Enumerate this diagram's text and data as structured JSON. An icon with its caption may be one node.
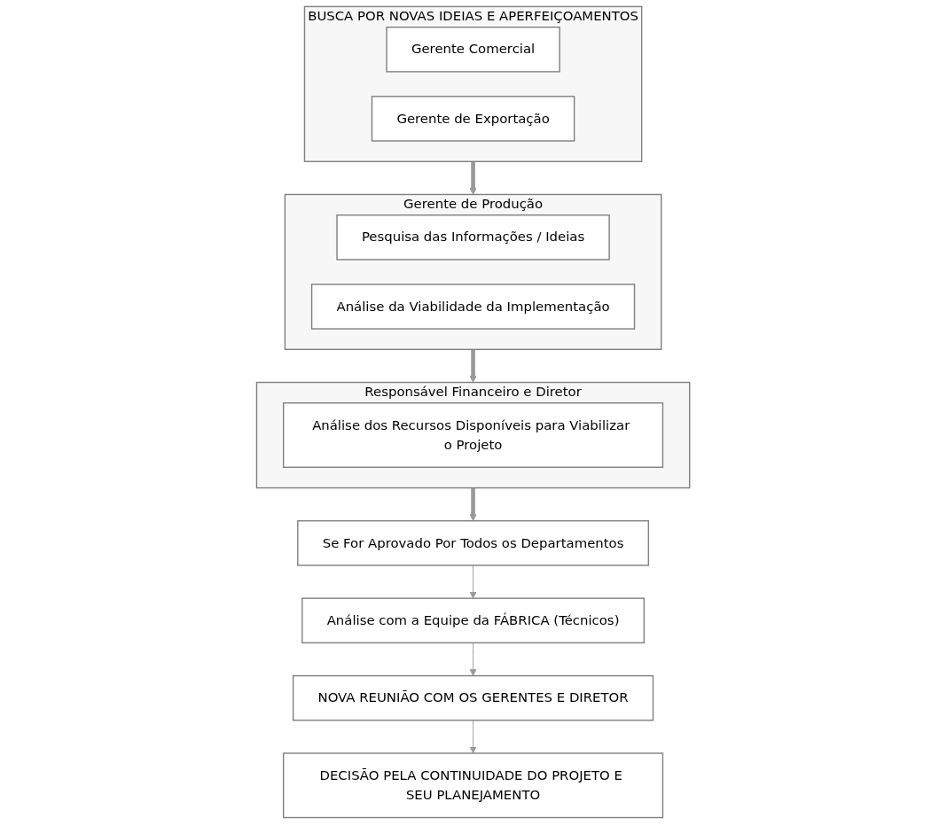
{
  "diagram": {
    "nodes": [
      {
        "text": [
          "BUSCA POR NOVAS IDEIAS E APERFEIÇOAMENTOS"
        ]
      },
      {
        "text": [
          "Gerente Comercial"
        ],
        "in": 0
      },
      {
        "text": [
          "Gerente de Exportação"
        ],
        "in": 0
      },
      {
        "text": [
          "Gerente de Produção"
        ]
      },
      {
        "text": [
          "Pesquisa das Informações / Ideias"
        ],
        "in": 3
      },
      {
        "text": [
          "Análise da Viabilidade da Implementação"
        ],
        "in": 3
      },
      {
        "text": [
          "Responsável Financeiro e Diretor"
        ]
      },
      {
        "text": [
          "Análise dos Recursos Disponíveis para Viabilizar o Projeto"
        ],
        "in": 6
      },
      {
        "text": [
          "Se For Aprovado Por Todos os Departamentos"
        ]
      },
      {
        "text": [
          "Análise com a Equipe da FÁBRICA (Técnicos)"
        ]
      },
      {
        "text": [
          "NOVA REUNIÃO COM OS GERENTES E DIRETOR"
        ]
      },
      {
        "text": [
          "DECISÃO PELA CONTINUIDADE DO PROJETO E SEU PLANEJAMENTO"
        ]
      }
    ],
    "edges": [
      {
        "from": 0,
        "to": 3,
        "arrow": "to",
        "style": "thick"
      },
      {
        "from": 3,
        "to": 6,
        "arrow": "to",
        "style": "thick"
      },
      {
        "from": 6,
        "to": 8,
        "arrow": "to",
        "style": "thick"
      },
      {
        "from": 8,
        "to": 9,
        "arrow": "to"
      },
      {
        "from": 9,
        "to": 10,
        "arrow": "to"
      },
      {
        "from": 10,
        "to": 11,
        "arrow": "to"
      }
    ]
  }
}
